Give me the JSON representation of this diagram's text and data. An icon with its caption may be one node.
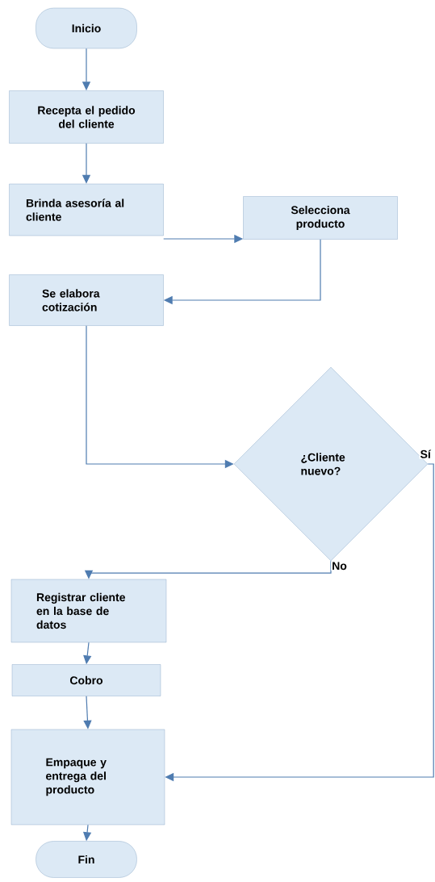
{
  "diagram": {
    "nodes": [
      {
        "text": [
          "Inicio"
        ]
      },
      {
        "text": [
          "Recepta el pedido del cliente"
        ]
      },
      {
        "text": [
          "Brinda asesoría al cliente"
        ]
      },
      {
        "text": [
          "Selecciona producto"
        ]
      },
      {
        "text": [
          "Se elabora cotización"
        ]
      },
      {
        "text": [
          "¿Cliente nuevo?"
        ]
      },
      {
        "text": [
          "Registrar cliente en la base de datos"
        ]
      },
      {
        "text": [
          "Cobro"
        ]
      },
      {
        "text": [
          "Empaque y entrega del producto"
        ]
      },
      {
        "text": [
          "Fin"
        ]
      }
    ],
    "edges": [
      {
        "from": 0,
        "to": 1,
        "arrow": "to"
      },
      {
        "from": 1,
        "to": 2,
        "arrow": "to"
      },
      {
        "from": 2,
        "to": 3,
        "arrow": "to"
      },
      {
        "from": 3,
        "to": 4,
        "arrow": "to"
      },
      {
        "from": 4,
        "to": 5,
        "arrow": "to"
      },
      {
        "from": 5,
        "to": 6,
        "arrow": "to",
        "label": "No"
      },
      {
        "from": 5,
        "to": 8,
        "arrow": "to",
        "label": "Sí"
      },
      {
        "from": 6,
        "to": 7,
        "arrow": "to"
      },
      {
        "from": 7,
        "to": 8,
        "arrow": "to"
      },
      {
        "from": 8,
        "to": 9,
        "arrow": "to"
      }
    ]
  }
}
